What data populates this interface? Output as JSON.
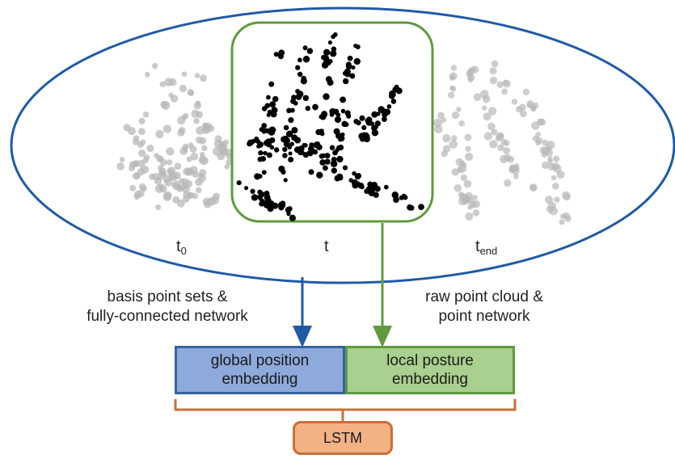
{
  "frames": {
    "start": {
      "base": "t",
      "sub": "0"
    },
    "current": {
      "base": "t",
      "sub": ""
    },
    "end": {
      "base": "t",
      "sub": "end"
    }
  },
  "left_branch": {
    "line1": "basis point sets &",
    "line2": "fully-connected network"
  },
  "right_branch": {
    "line1": "raw point cloud &",
    "line2": "point network"
  },
  "global_box": {
    "line1": "global position",
    "line2": "embedding"
  },
  "local_box": {
    "line1": "local posture",
    "line2": "embedding"
  },
  "lstm_box": {
    "label": "LSTM"
  },
  "colors": {
    "ellipse": "#1f5aa6",
    "green": "#5f9a3e",
    "global_fill": "#8ea9db",
    "local_fill": "#a9d08e",
    "lstm_fill": "#f4b183",
    "bracket": "#c8703a",
    "foreground_points": "#000000",
    "background_points": "#b8b8b8"
  },
  "icons": {
    "arrow_left": "arrow-down-icon",
    "arrow_right": "arrow-down-icon"
  }
}
